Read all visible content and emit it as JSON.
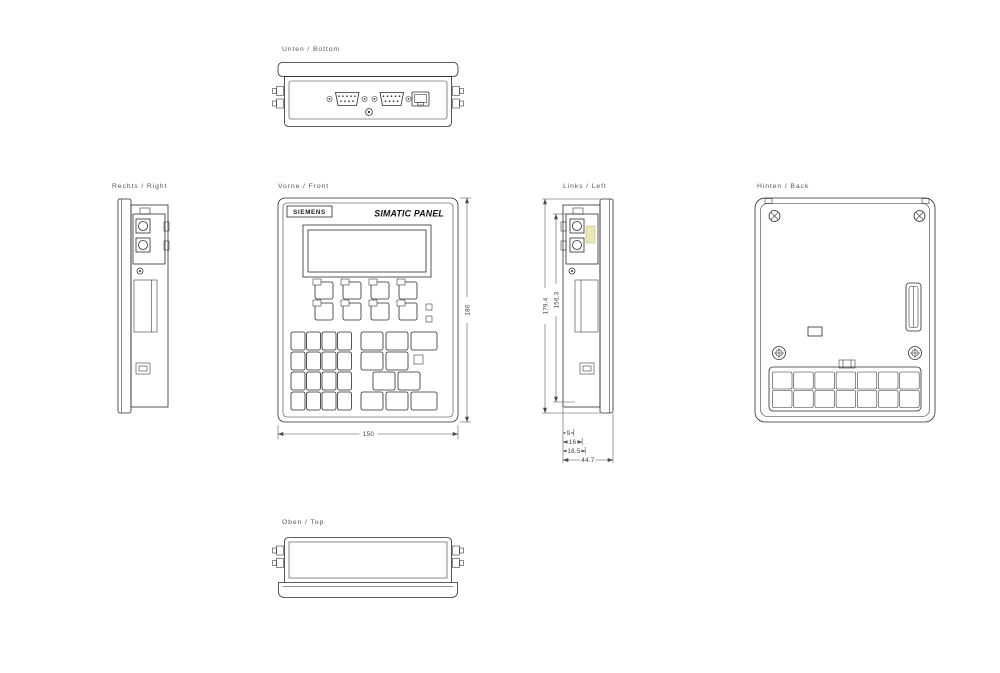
{
  "drawing": {
    "views": {
      "bottom": {
        "label": "Unten / Bottom"
      },
      "right": {
        "label": "Rechts / Right"
      },
      "front": {
        "label": "Vorne / Front",
        "brand": "SIEMENS",
        "product": "SIMATIC PANEL",
        "dim_width": "150",
        "dim_height": "186"
      },
      "left": {
        "label": "Links / Left",
        "dim_height_outer": "179.4",
        "dim_height_inner": "156.3",
        "depth_a": "9",
        "depth_b": "16",
        "depth_c": "18.5",
        "depth_d": "44.7"
      },
      "back": {
        "label": "Hinten / Back"
      },
      "top": {
        "label": "Oben / Top"
      }
    },
    "colors": {
      "line": "#2b2b2b",
      "dimension": "#4a4a4a",
      "highlight": "#ece7b0",
      "background": "#ffffff"
    }
  }
}
